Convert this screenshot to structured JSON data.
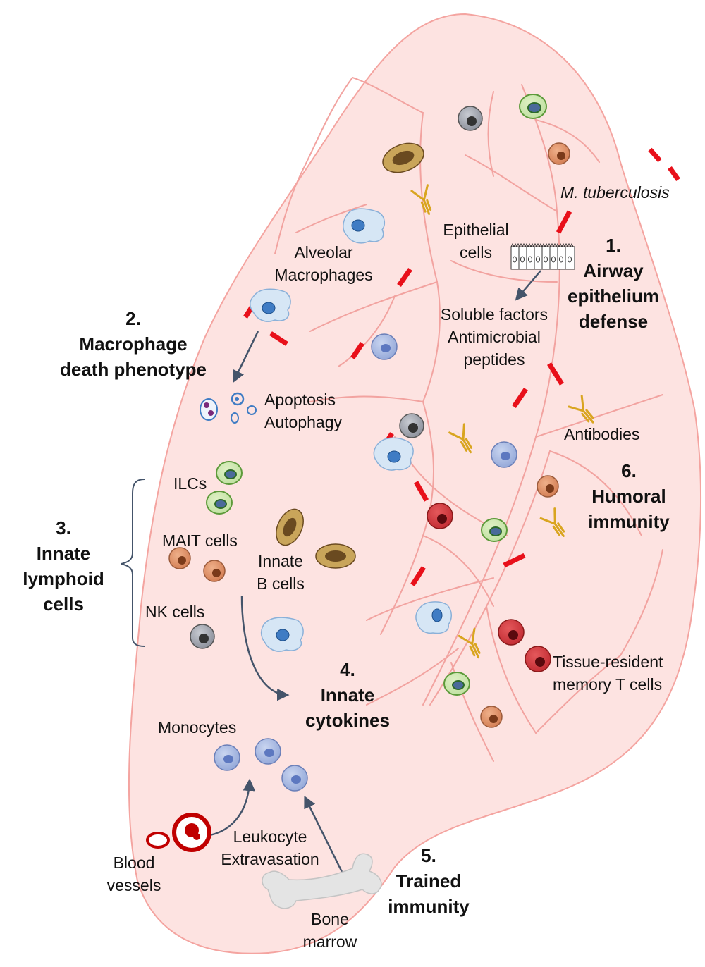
{
  "labels": {
    "mtb": "M. tuberculosis",
    "epithelial": [
      "Epithelial",
      "cells"
    ],
    "alveolar": [
      "Alveolar",
      "Macrophages"
    ],
    "soluble": [
      "Soluble factors",
      "Antimicrobial",
      "peptides"
    ],
    "apoptosis": [
      "Apoptosis",
      "Autophagy"
    ],
    "antibodies": "Antibodies",
    "ilcs": "ILCs",
    "mait": "MAIT cells",
    "innate_b": [
      "Innate",
      "B cells"
    ],
    "nk": "NK cells",
    "trm": [
      "Tissue-resident",
      "memory T cells"
    ],
    "monocytes": "Monocytes",
    "leukocyte": [
      "Leukocyte",
      "Extravasation"
    ],
    "blood": [
      "Blood",
      "vessels"
    ],
    "bone": [
      "Bone",
      "marrow"
    ]
  },
  "headings": {
    "h1": [
      "1.",
      "Airway",
      "epithelium",
      "defense"
    ],
    "h2": [
      "2.",
      "Macrophage",
      "death phenotype"
    ],
    "h3": [
      "3.",
      "Innate",
      "lymphoid",
      "cells"
    ],
    "h4": [
      "4.",
      "Innate",
      "cytokines"
    ],
    "h5": [
      "5.",
      "Trained",
      "immunity"
    ],
    "h6": [
      "6.",
      "Humoral",
      "immunity"
    ]
  },
  "colors": {
    "lung_fill": "#fde3e1",
    "lung_stroke": "#f4a4a0",
    "bacteria": "#e8101a",
    "arrow": "#44546a",
    "antibody": "#d9a520"
  }
}
